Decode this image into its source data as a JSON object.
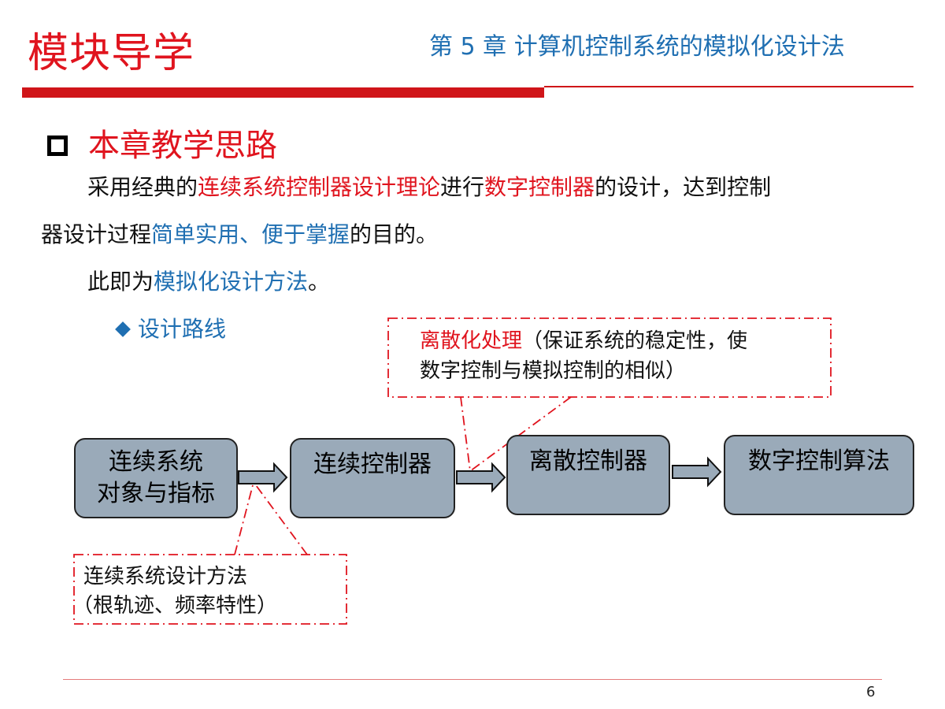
{
  "header": {
    "module_title": "模块导学",
    "chapter_title": "第 5 章  计算机控制系统的模拟化设计法"
  },
  "section": {
    "heading": "本章教学思路"
  },
  "paragraph1": {
    "line1_a": "采用经典的",
    "line1_b": "连续系统控制器设计理论",
    "line1_c": "进行",
    "line1_d": "数字控制器",
    "line1_e": "的设计，达到控制",
    "line2_a": "器设计过程",
    "line2_b": "简单实用、便于掌握",
    "line2_c": "的目的。"
  },
  "paragraph2": {
    "a": "此即为",
    "b": "模拟化设计方法",
    "c": "。"
  },
  "route": {
    "label": "设计路线"
  },
  "flow": {
    "nodes": [
      {
        "line1": "连续系统",
        "line2": "对象与指标"
      },
      {
        "line1": "连续控制器",
        "line2": ""
      },
      {
        "line1": "离散控制器",
        "line2": ""
      },
      {
        "line1": "数字控制算法",
        "line2": ""
      }
    ]
  },
  "notes": {
    "top_red": "离散化处理",
    "top_rest_line1": "（保证系统的稳定性，使",
    "top_line2": "数字控制与模拟控制的相似）",
    "bottom_line1": "连续系统设计方法",
    "bottom_line2": "（根轨迹、频率特性）"
  },
  "colors": {
    "accent_red": "#e0141e",
    "accent_blue": "#1f6fb2",
    "node_fill": "#9aaab9"
  },
  "footer": {
    "page_number": "6"
  }
}
